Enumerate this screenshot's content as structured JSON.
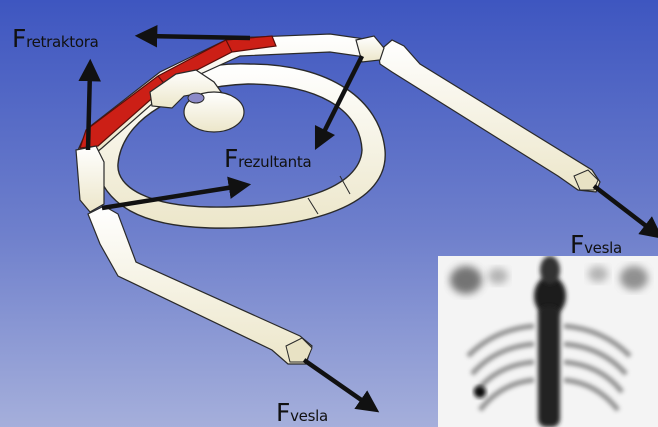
{
  "labels": {
    "retractor": {
      "main": "F",
      "sub": "retraktora"
    },
    "resultant": {
      "main": "F",
      "sub": "rezultanta"
    },
    "oar_right": {
      "main": "F",
      "sub": "vesla"
    },
    "oar_left": {
      "main": "F",
      "sub": "vesla"
    }
  },
  "colors": {
    "background_top": "#3e56c0",
    "background_bottom": "#a5afdb",
    "bone_fill": "#fbf8e9",
    "bone_stroke": "#2a2a2a",
    "retractor_band": "#cc1f16",
    "arrow": "#111111",
    "scan_background": "#f4f4f4",
    "scan_uptake": "#1a1a1a"
  }
}
